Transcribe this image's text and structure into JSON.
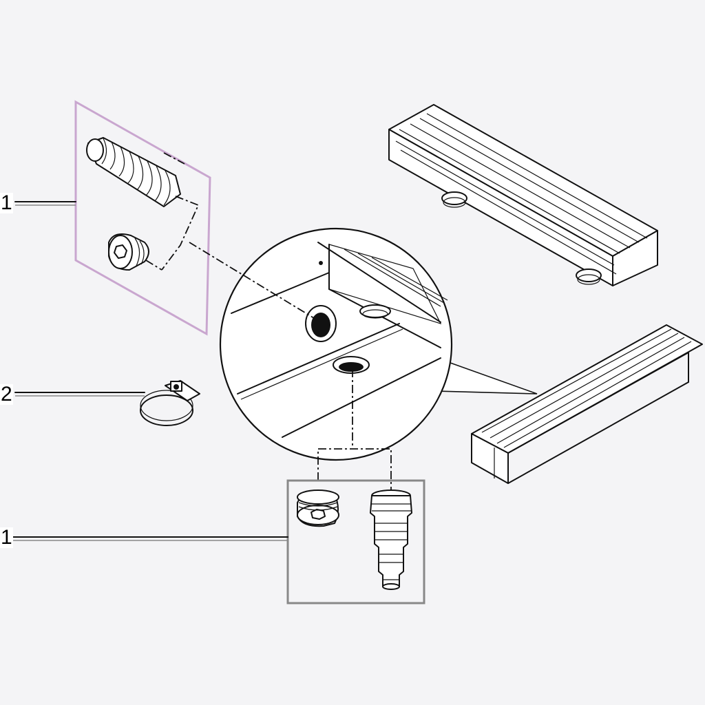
{
  "callouts": [
    {
      "label": "1"
    },
    {
      "label": "2"
    },
    {
      "label": "1"
    }
  ]
}
